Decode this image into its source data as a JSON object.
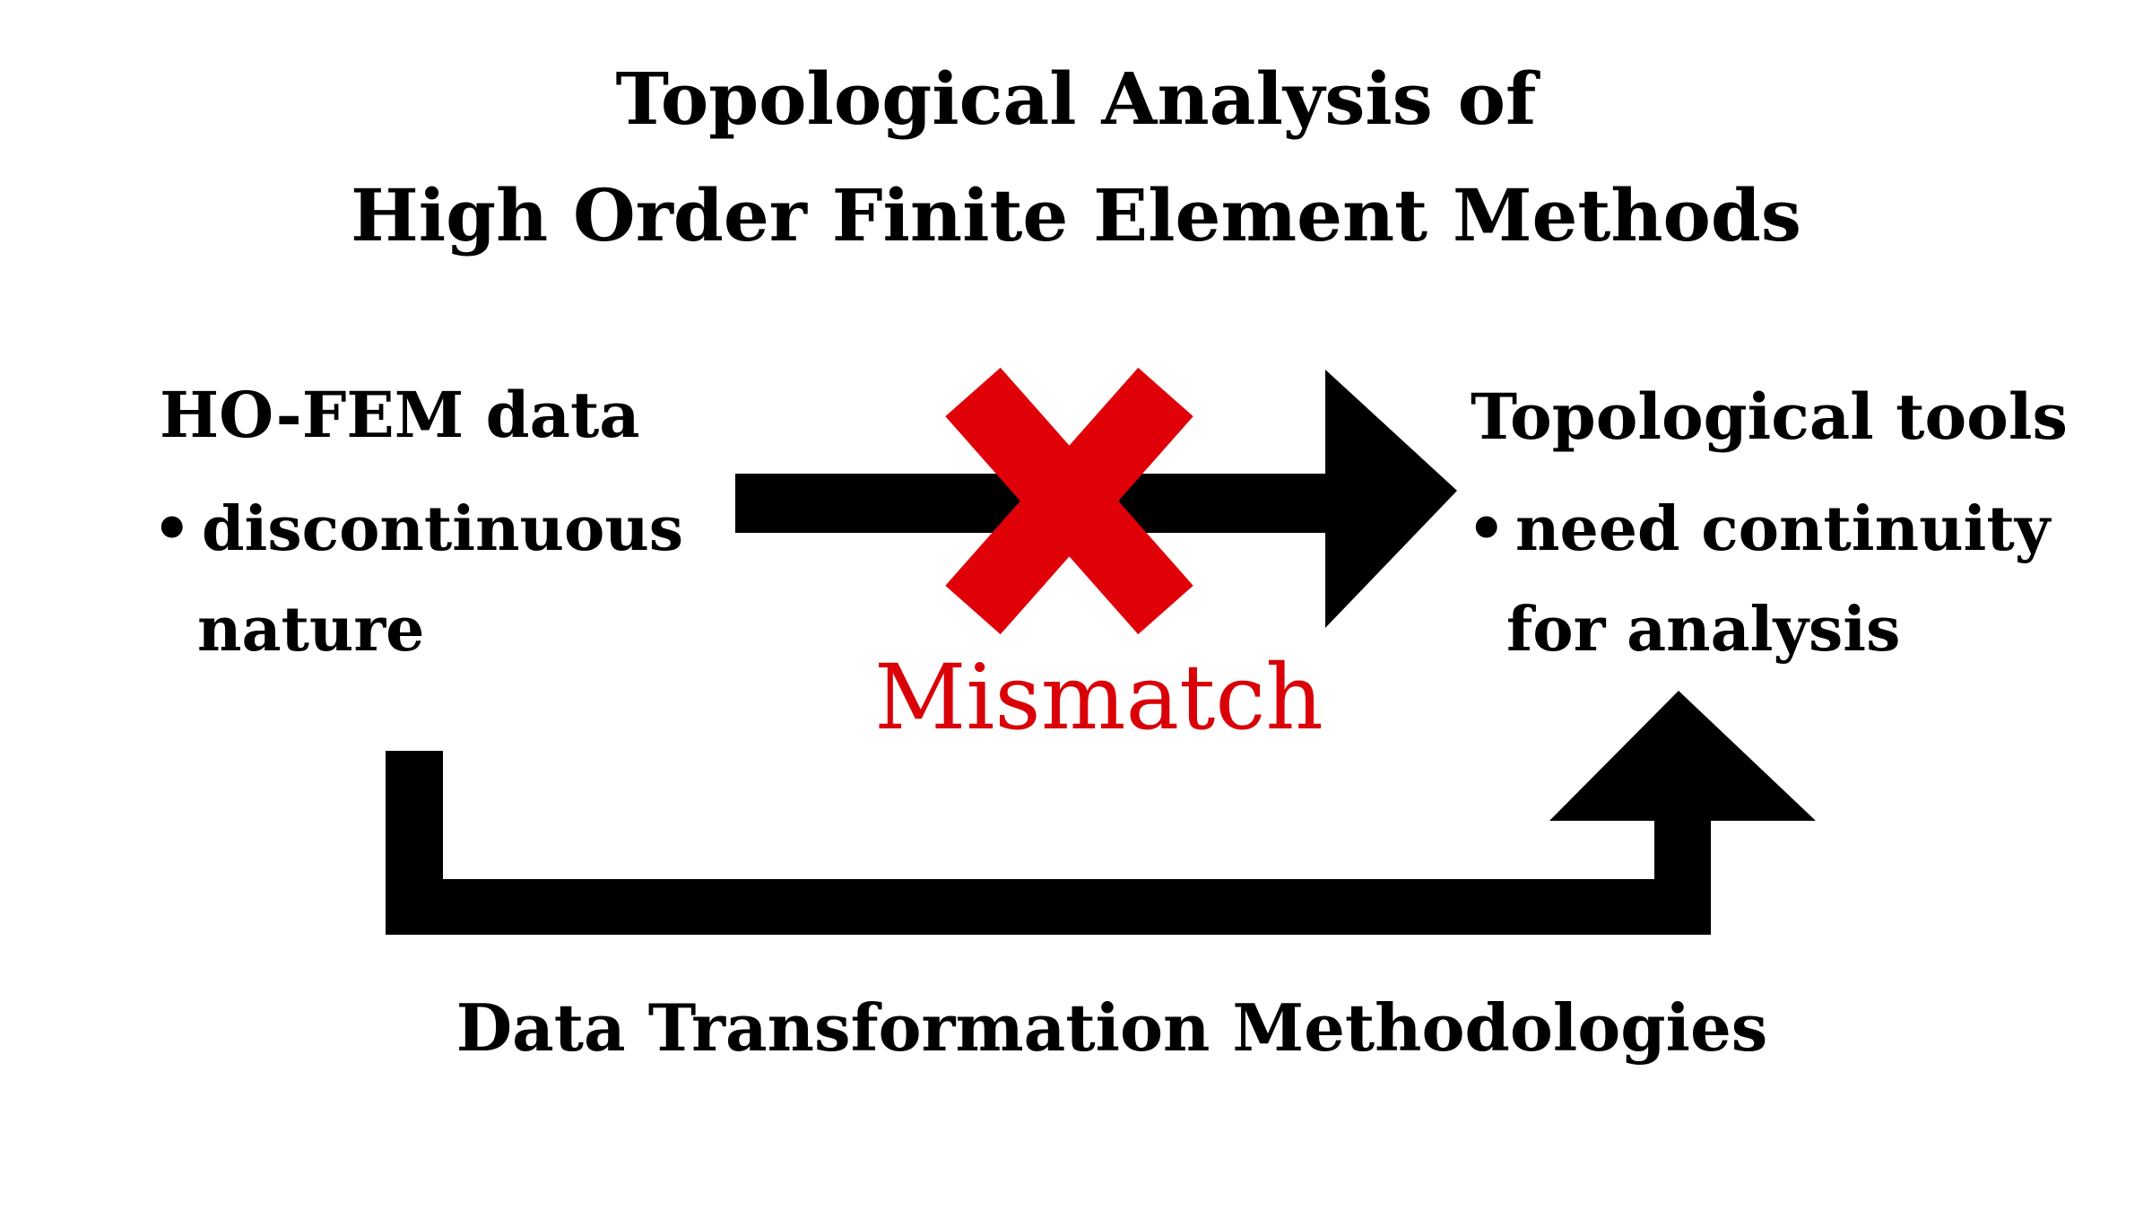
{
  "title": {
    "line1": "Topological Analysis of",
    "line2": "High Order Finite Element Methods"
  },
  "left_box": {
    "heading": "HO-FEM data",
    "bullet_symbol": "•",
    "bullet_line1": "discontinuous",
    "bullet_line2": "nature"
  },
  "right_box": {
    "heading": "Topological tools",
    "bullet_symbol": "•",
    "bullet_line1": "need continuity",
    "bullet_line2": "for analysis"
  },
  "mismatch": {
    "label": "Mismatch",
    "color": "#d90008"
  },
  "transformation": {
    "label": "Data Transformation Methodologies"
  },
  "colors": {
    "arrow": "#000000",
    "cross": "#e00008",
    "background": "#ffffff"
  }
}
